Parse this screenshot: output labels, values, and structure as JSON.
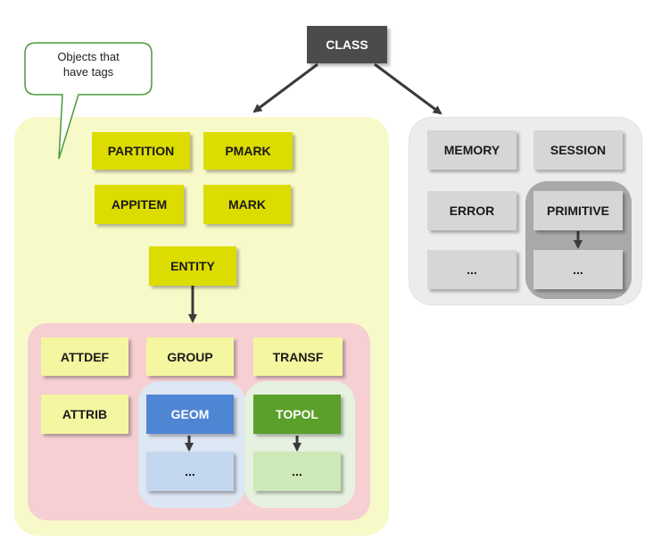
{
  "callout": {
    "line1": "Objects that",
    "line2": "have tags"
  },
  "nodes": {
    "class": "CLASS",
    "partition": "PARTITION",
    "pmark": "PMARK",
    "appitem": "APPITEM",
    "mark": "MARK",
    "entity": "ENTITY",
    "attdef": "ATTDEF",
    "group": "GROUP",
    "transf": "TRANSF",
    "attrib": "ATTRIB",
    "geom": "GEOM",
    "geom_sub": "...",
    "topol": "TOPOL",
    "topol_sub": "...",
    "memory": "MEMORY",
    "session": "SESSION",
    "error": "ERROR",
    "primitive": "PRIMITIVE",
    "misc": "...",
    "primitive_sub": "..."
  },
  "colors": {
    "tagged_region": "#f8f9c8",
    "entity_region": "#f6cfd2",
    "geom_region": "#dde6f3",
    "topol_region": "#e6f1df",
    "untagged_region": "#ececec",
    "primitive_region": "#a9a9a9"
  }
}
